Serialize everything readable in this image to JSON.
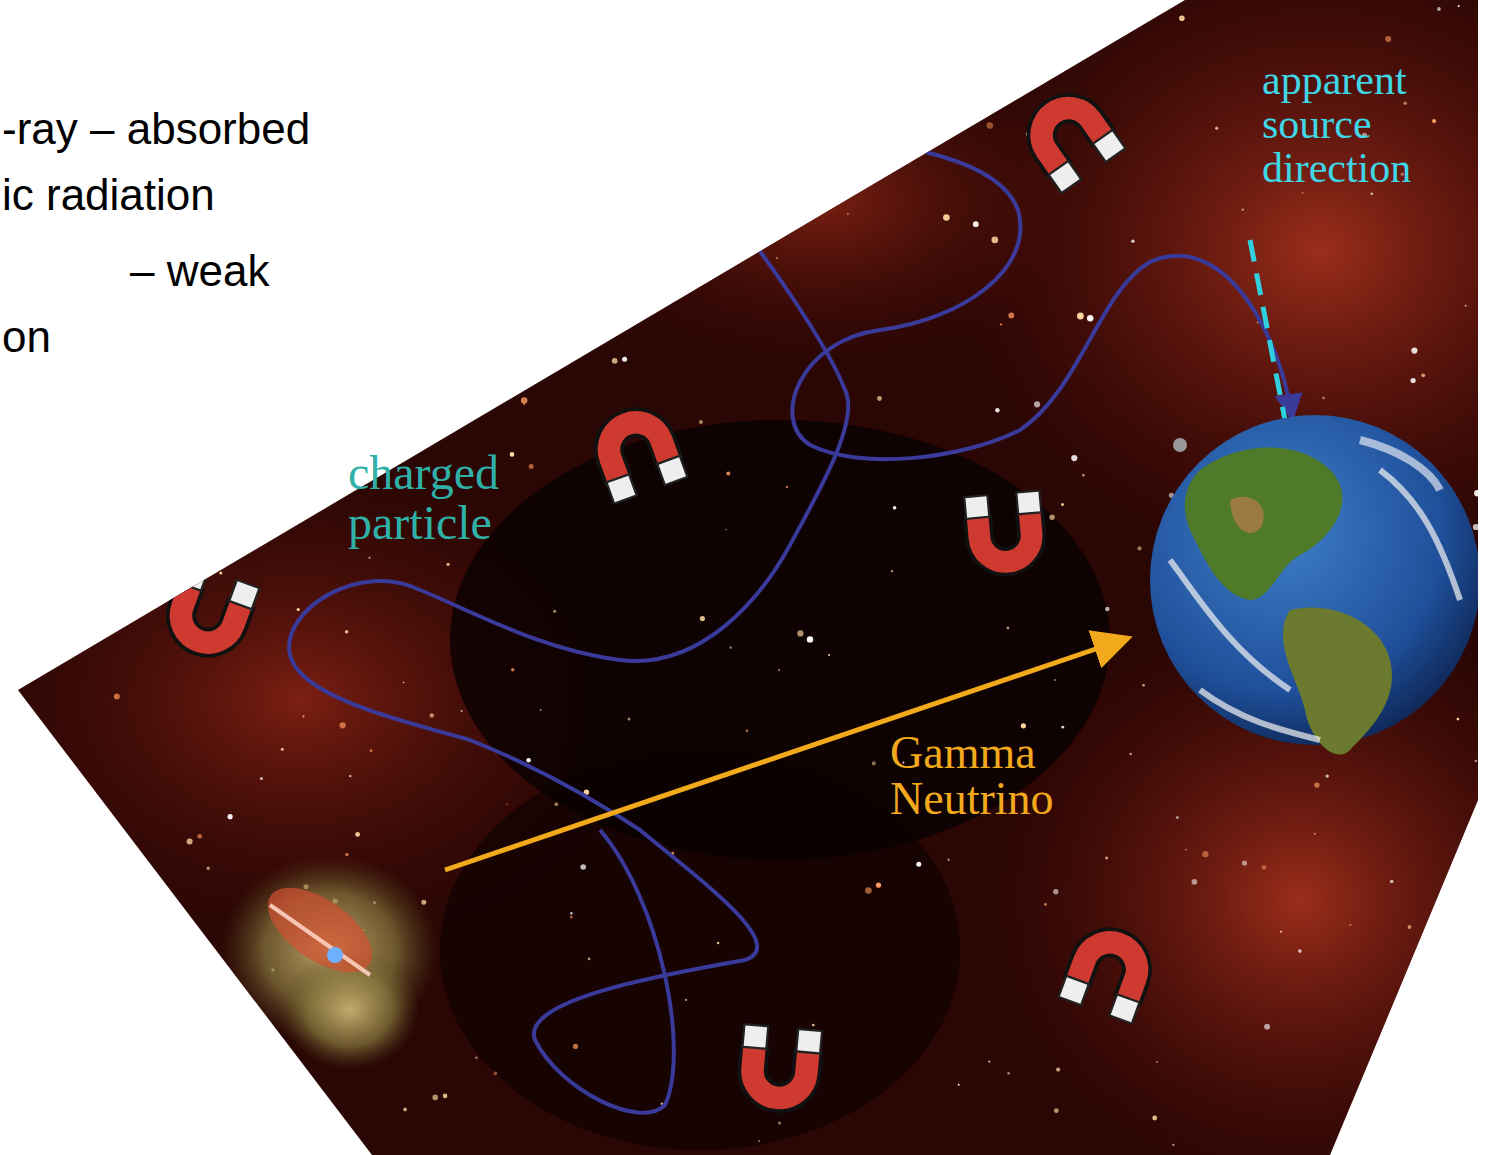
{
  "diagram": {
    "labels": [
      "-ray – absorbed",
      "ic radiation",
      "– weak",
      "on",
      "apparent source direction",
      "charged particle",
      "Gamma Neutrino"
    ]
  }
}
